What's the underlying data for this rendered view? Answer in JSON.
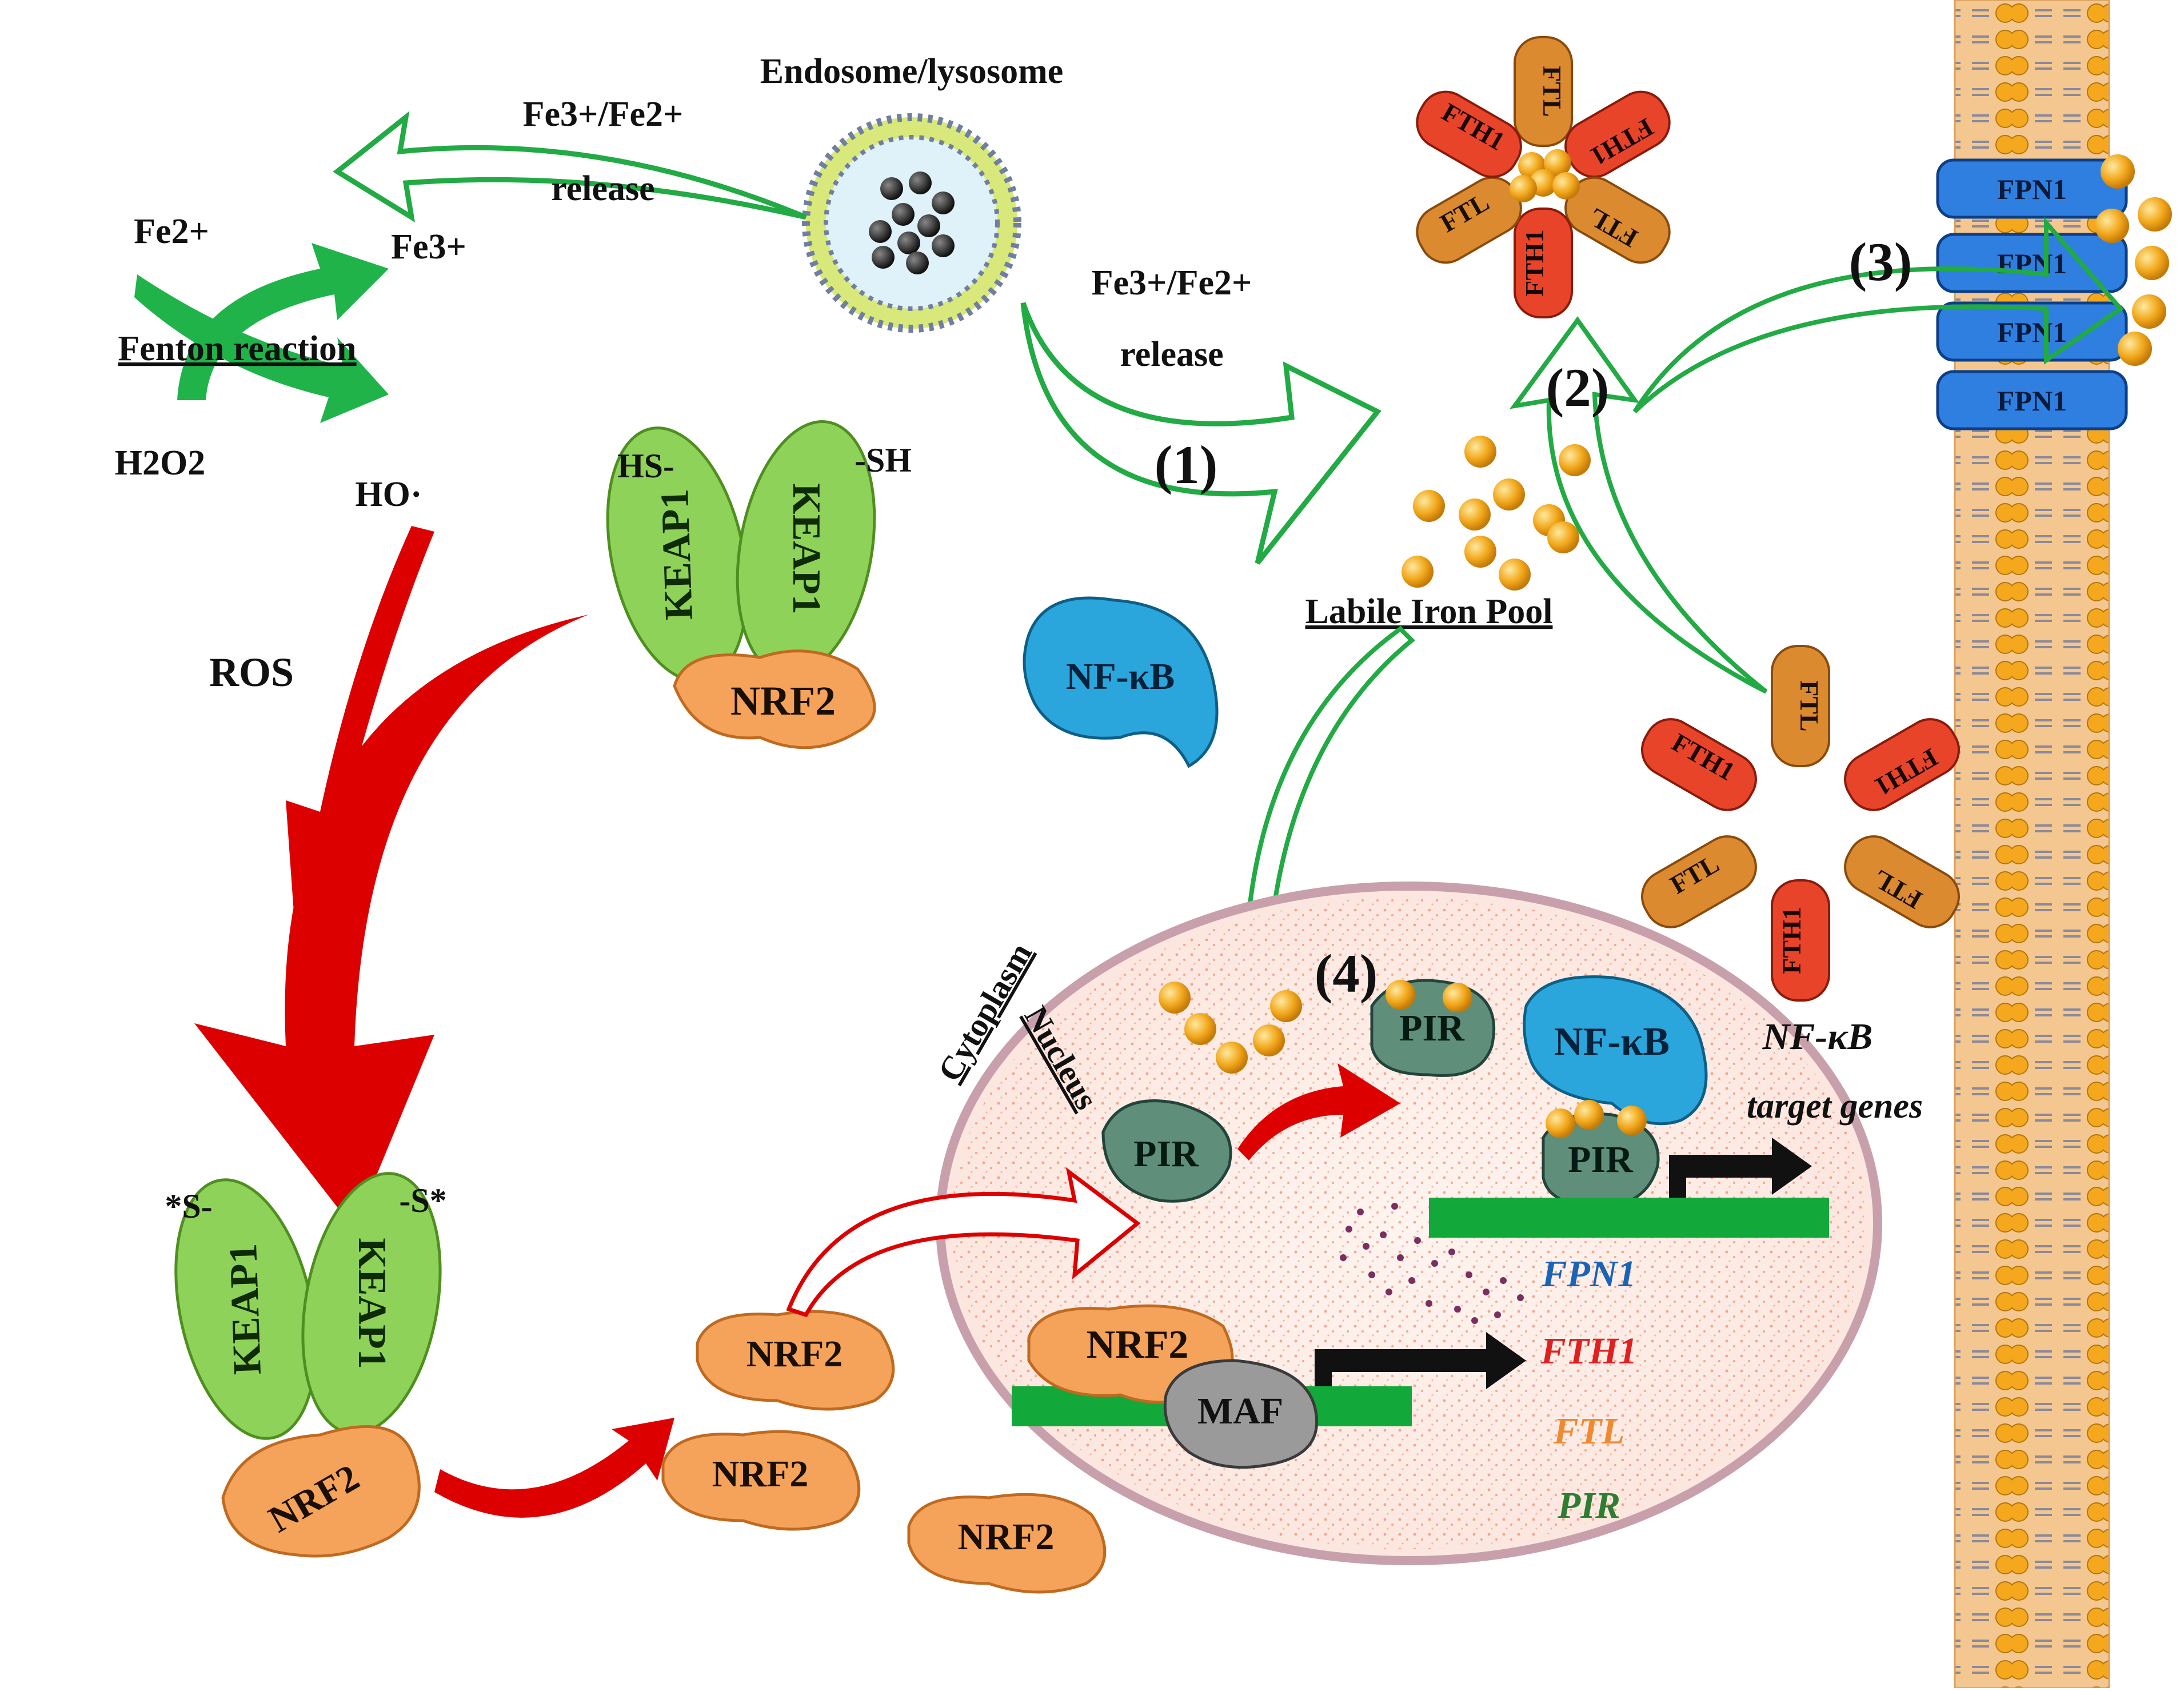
{
  "labels": {
    "endosome": "Endosome/lysosome",
    "fe_release_left": "Fe3+/Fe2+",
    "release_left": "release",
    "fe_release_right": "Fe3+/Fe2+",
    "release_right": "release",
    "fe2": "Fe2+",
    "fe3": "Fe3+",
    "fenton": "Fenton reaction",
    "h2o2": "H2O2",
    "ho": "HO·",
    "ros": "ROS",
    "hs": "HS-",
    "sh": "-SH",
    "s_left": "*S-",
    "s_right": "-S*",
    "keap1": "KEAP1",
    "nrf2": "NRF2",
    "nfkb": "NF-κB",
    "step1": "(1)",
    "step2": "(2)",
    "step3": "(3)",
    "step4": "(4)",
    "labile_iron_pool": "Labile Iron Pool",
    "fth1": "FTH1",
    "ftl": "FTL",
    "fpn1": "FPN1",
    "cytoplasm": "Cytoplasm",
    "nucleus": "Nucleus",
    "pir": "PIR",
    "maf": "MAF",
    "nfkb_target_1": "NF-κB",
    "nfkb_target_2": "target genes"
  },
  "target_genes": [
    {
      "name": "FPN1",
      "color": "#1a63b5"
    },
    {
      "name": "FTH1",
      "color": "#e02020"
    },
    {
      "name": "FTL",
      "color": "#f08a30"
    },
    {
      "name": "PIR",
      "color": "#2e7d32"
    }
  ],
  "colors": {
    "green_arrow": "#22aa44",
    "red_arrow": "#dd0000",
    "keap1": "#8fd25a",
    "nrf2": "#f5a35a",
    "nfkb": "#2aa6dc",
    "pir": "#5f8f7a",
    "maf": "#9a9a9a",
    "fth1": "#e8442a",
    "ftl": "#dc8a30",
    "fpn1": "#1f6fd0",
    "iron": "#f0a818",
    "membrane": "#f2c48a"
  }
}
